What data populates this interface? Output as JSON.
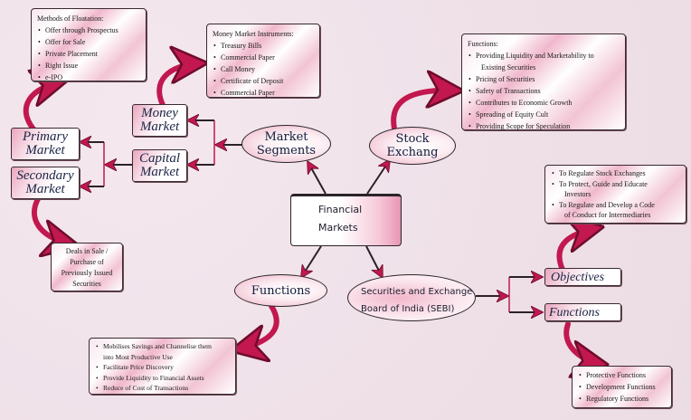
{
  "title": "Financial Markets",
  "center": {
    "line1": "Financial",
    "line2": "Markets"
  },
  "market_segments": {
    "label_line1": "Market",
    "label_line2": "Segments",
    "money_market": {
      "line1": "Money",
      "line2": "Market"
    },
    "capital_market": {
      "line1": "Capital",
      "line2": "Market"
    },
    "primary_market": {
      "line1": "Primary",
      "line2": "Market"
    },
    "secondary_market": {
      "line1": "Secondary",
      "line2": "Market"
    },
    "methods_of_floatation": {
      "heading": "Methods of Floatation:",
      "items": [
        "Offer through Prospectus",
        "Offer for Sale",
        "Private Placement",
        "Right Issue",
        "e-IPO"
      ]
    },
    "money_market_instruments": {
      "heading": "Money Market Instruments:",
      "items": [
        "Treasury Bills",
        "Commercial Paper",
        "Call Money",
        "Certificate of Deposit",
        "Commercial Paper"
      ]
    },
    "secondary_note": {
      "lines": [
        "Deals in Sale /",
        "Purchase of",
        "Previously Issued",
        "Securities"
      ]
    }
  },
  "stock_exchange": {
    "label_line1": "Stock",
    "label_line2": "Exchang",
    "functions": {
      "heading": "Functions:",
      "items": [
        [
          "Providing Liquidity and Marketability to",
          "Existing Securities"
        ],
        [
          "Pricing of Securities"
        ],
        [
          "Safety of Transactions"
        ],
        [
          "Contributes to Economic Growth"
        ],
        [
          "Spreading of Equity Cult"
        ],
        [
          "Providing Scope for Speculation"
        ]
      ]
    }
  },
  "functions": {
    "label": "Functions",
    "items": [
      [
        "Mobilises Savings and Channelise them",
        "into Most Productive Use"
      ],
      [
        "Facilitate Price Discovery"
      ],
      [
        "Provide Liquidity to Financial Assets"
      ],
      [
        "Reduce of Cost of Transactions"
      ]
    ]
  },
  "sebi": {
    "line1": "Securities and Exchange",
    "line2": "Board of India (SEBI)",
    "objectives_label": "Objectives",
    "functions_label": "Functions",
    "objectives": {
      "items": [
        [
          "To Regulate Stock Exchanges"
        ],
        [
          "To Protect, Guide and Educate",
          "Investors"
        ],
        [
          "To Regulate and Develop a Code",
          "of Conduct for Intermediaries"
        ]
      ]
    },
    "functions": {
      "items": [
        "Protective Functions",
        "Development Functions",
        "Regulatory Functions"
      ]
    }
  },
  "colors": {
    "arrow": "#c2184f",
    "arrow_dark": "#7a0f33",
    "line": "#2a2226",
    "bracket": "#c2184f"
  }
}
